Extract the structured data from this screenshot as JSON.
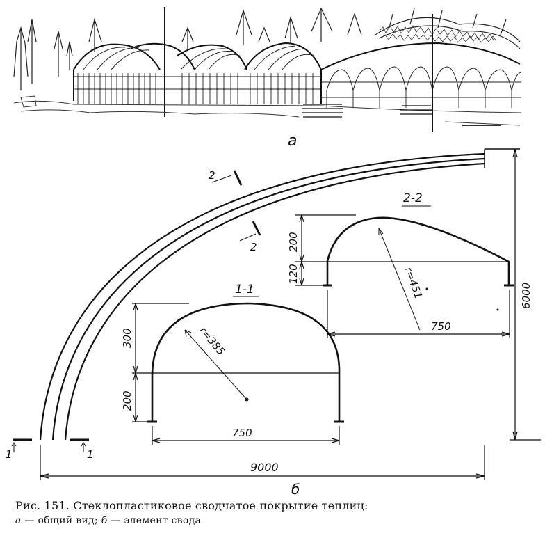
{
  "figure": {
    "panel_a_label": "а",
    "panel_b_label": "б",
    "section_1_1": {
      "title": "1-1",
      "height_top": "300",
      "height_bottom": "200",
      "radius": "r=385",
      "width": "750"
    },
    "section_2_2": {
      "title": "2-2",
      "height_top": "200",
      "height_bottom": "120",
      "radius": "r=451",
      "width": "750"
    },
    "arch": {
      "span": "9000",
      "height": "6000",
      "cut_1_left": "1",
      "cut_1_right": "1",
      "cut_2_top": "2",
      "cut_2_bottom": "2"
    }
  },
  "caption": {
    "line1": "Рис. 151. Стеклопластиковое сводчатое покрытие теплиц:",
    "a_letter": "а",
    "a_text": " — общий вид; ",
    "b_letter": "б",
    "b_text": " — элемент свода"
  }
}
